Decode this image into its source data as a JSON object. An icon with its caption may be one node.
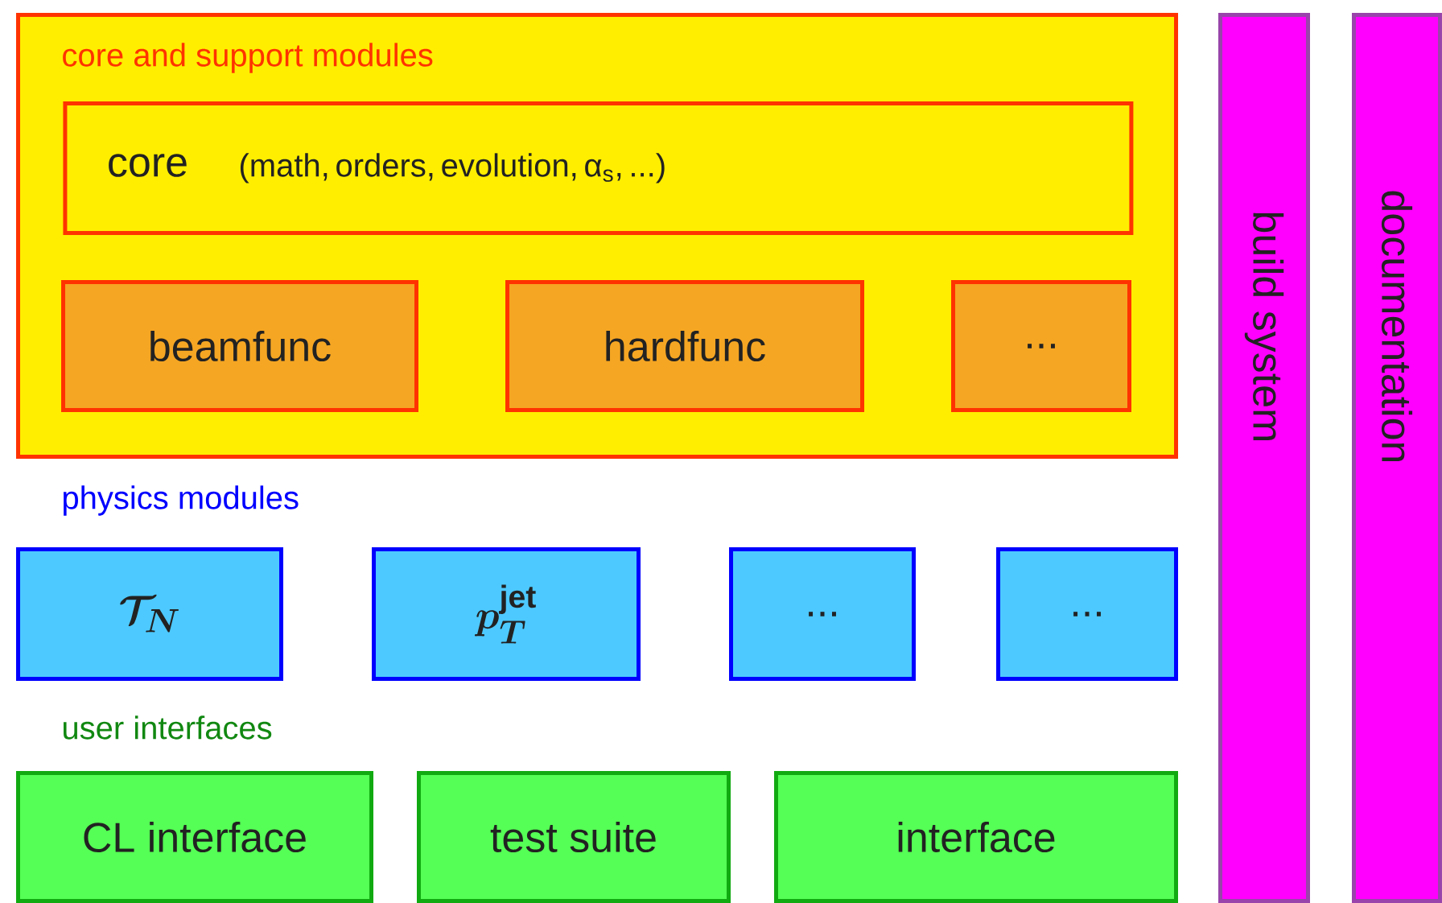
{
  "diagram": {
    "nodes": [
      {
        "text": [
          "core and support modules"
        ]
      },
      {
        "text": [
          "core",
          "(math, orders, evolution, α$_{s}$, ...)"
        ],
        "in": 0
      },
      {
        "text": [
          "beamfunc"
        ],
        "in": 0
      },
      {
        "text": [
          "hardfunc"
        ],
        "in": 0
      },
      {
        "text": [
          "..."
        ],
        "in": 0
      },
      {
        "text": [
          "\\mathcal{T}_N"
        ]
      },
      {
        "text": [
          "p_T^{\\mathrm{jet}}"
        ]
      },
      {
        "text": [
          "..."
        ]
      },
      {
        "text": [
          "..."
        ]
      },
      {
        "text": [
          "CL interface"
        ]
      },
      {
        "text": [
          "test suite"
        ]
      },
      {
        "text": [
          "interface"
        ]
      },
      {
        "text": [
          "build system"
        ]
      },
      {
        "text": [
          "documentation"
        ]
      }
    ],
    "labels": [
      "physics modules",
      "user interfaces"
    ]
  }
}
